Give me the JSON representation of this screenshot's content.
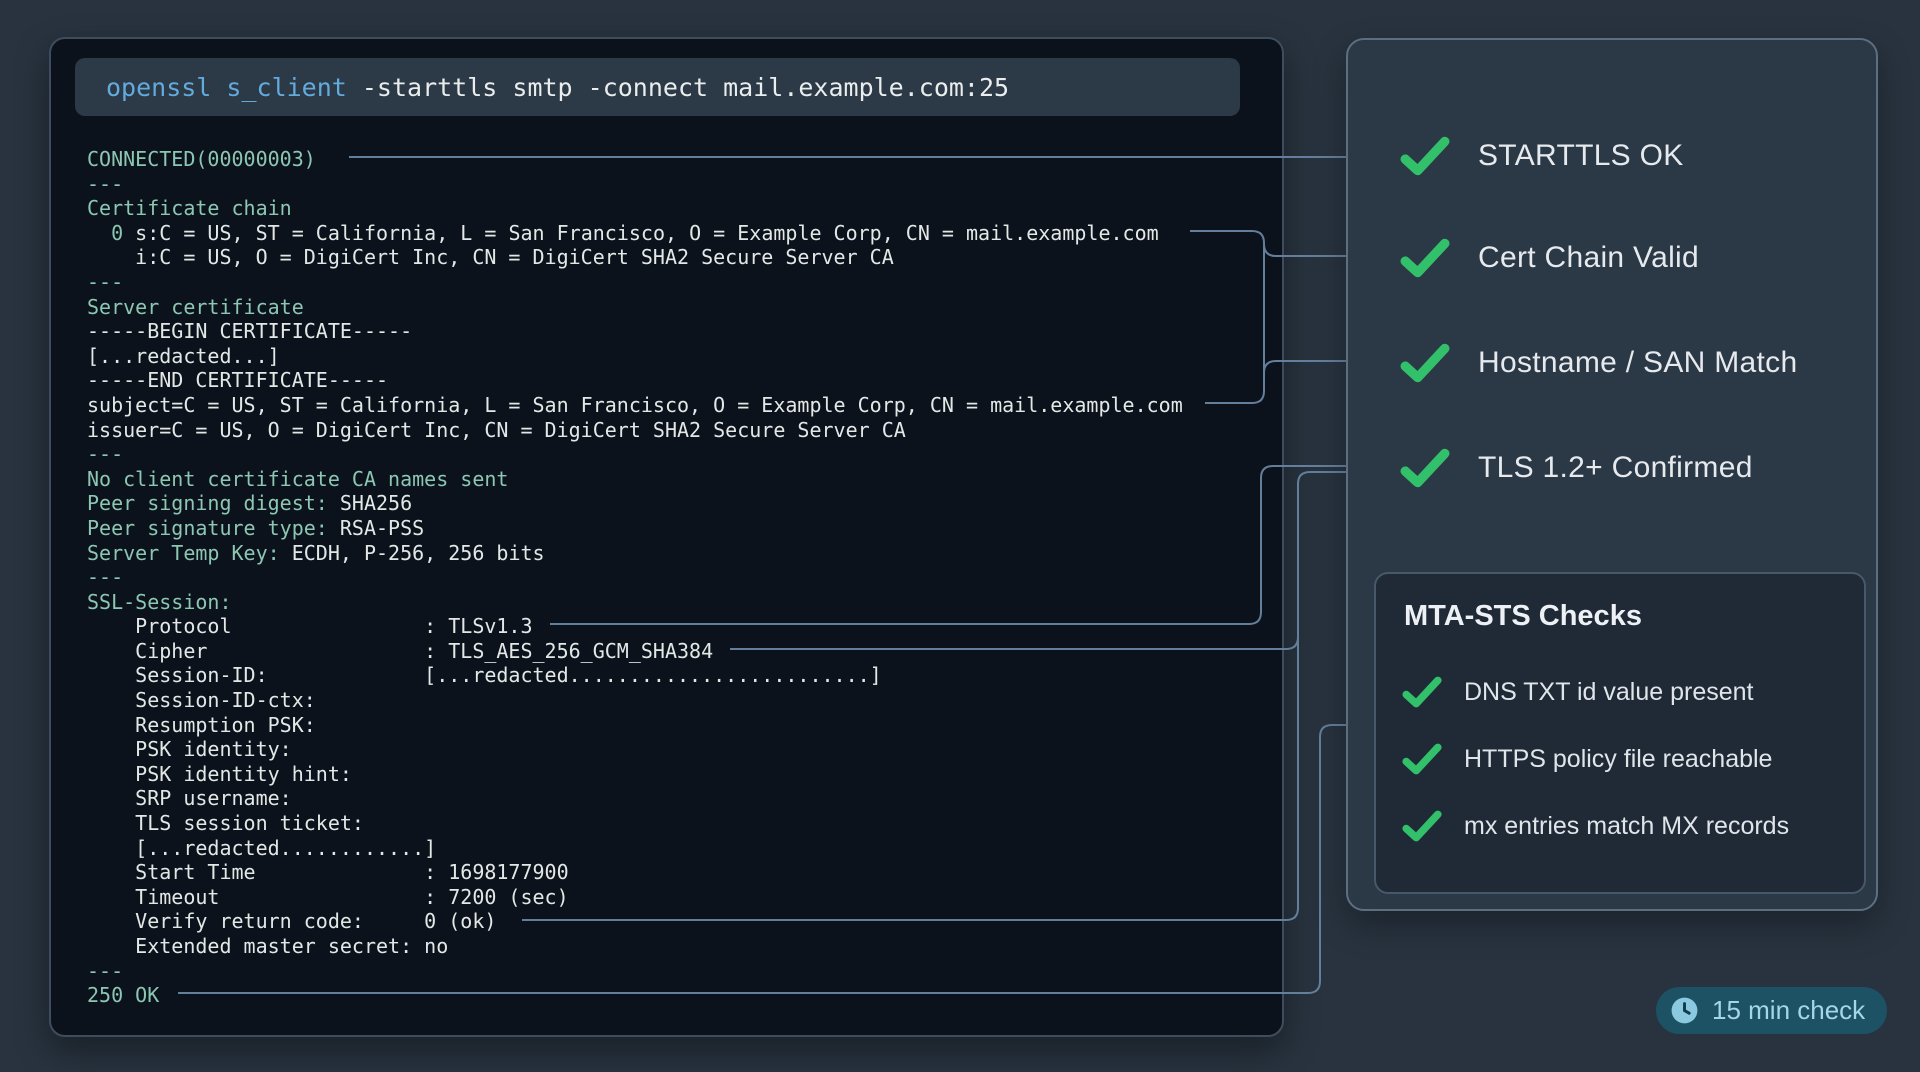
{
  "command": {
    "program": "openssl s_client",
    "args": " -starttls smtp -connect mail.example.com:25"
  },
  "terminal": {
    "lines": [
      [
        {
          "c": "k",
          "t": "CONNECTED(00000003)"
        }
      ],
      [
        {
          "c": "k",
          "t": "---"
        }
      ],
      [
        {
          "c": "k",
          "t": "Certificate chain"
        }
      ],
      [
        {
          "c": "w",
          "t": "  "
        },
        {
          "c": "k",
          "t": "0"
        },
        {
          "c": "w",
          "t": " s:C = US, ST = California, L = San Francisco, O = Example Corp, CN = mail.example.com"
        }
      ],
      [
        {
          "c": "w",
          "t": "    i:C = US, O = DigiCert Inc, CN = DigiCert SHA2 Secure Server CA"
        }
      ],
      [
        {
          "c": "k",
          "t": "---"
        }
      ],
      [
        {
          "c": "k",
          "t": "Server certificate"
        }
      ],
      [
        {
          "c": "w",
          "t": "-----BEGIN CERTIFICATE-----"
        }
      ],
      [
        {
          "c": "w",
          "t": "[...redacted...]"
        }
      ],
      [
        {
          "c": "w",
          "t": "-----END CERTIFICATE-----"
        }
      ],
      [
        {
          "c": "w",
          "t": "subject=C = US, ST = California, L = San Francisco, O = Example Corp, CN = mail.example.com"
        }
      ],
      [
        {
          "c": "w",
          "t": "issuer=C = US, O = DigiCert Inc, CN = DigiCert SHA2 Secure Server CA"
        }
      ],
      [
        {
          "c": "k",
          "t": "---"
        }
      ],
      [
        {
          "c": "k",
          "t": "No client certificate CA names sent"
        }
      ],
      [
        {
          "c": "k",
          "t": "Peer signing digest: "
        },
        {
          "c": "w",
          "t": "SHA256"
        }
      ],
      [
        {
          "c": "k",
          "t": "Peer signature type: "
        },
        {
          "c": "w",
          "t": "RSA-PSS"
        }
      ],
      [
        {
          "c": "k",
          "t": "Server Temp Key: "
        },
        {
          "c": "w",
          "t": "ECDH, P-256, 256 bits"
        }
      ],
      [
        {
          "c": "k",
          "t": "---"
        }
      ],
      [
        {
          "c": "k",
          "t": "SSL-Session:"
        }
      ],
      [
        {
          "c": "w",
          "t": "    Protocol                : TLSv1.3"
        }
      ],
      [
        {
          "c": "w",
          "t": "    Cipher                  : TLS_AES_256_GCM_SHA384"
        }
      ],
      [
        {
          "c": "w",
          "t": "    Session-ID:             [...redacted.........................]"
        }
      ],
      [
        {
          "c": "w",
          "t": "    Session-ID-ctx:"
        }
      ],
      [
        {
          "c": "w",
          "t": "    Resumption PSK:"
        }
      ],
      [
        {
          "c": "w",
          "t": "    PSK identity:"
        }
      ],
      [
        {
          "c": "w",
          "t": "    PSK identity hint:"
        }
      ],
      [
        {
          "c": "w",
          "t": "    SRP username:"
        }
      ],
      [
        {
          "c": "w",
          "t": "    TLS session ticket:"
        }
      ],
      [
        {
          "c": "w",
          "t": "    [...redacted............]"
        }
      ],
      [
        {
          "c": "w",
          "t": "    Start Time              : 1698177900"
        }
      ],
      [
        {
          "c": "w",
          "t": "    Timeout                 : 7200 (sec)"
        }
      ],
      [
        {
          "c": "w",
          "t": "    Verify return code:     0 (ok)"
        }
      ],
      [
        {
          "c": "w",
          "t": "    Extended master secret: no"
        }
      ],
      [
        {
          "c": "k",
          "t": "---"
        }
      ],
      [
        {
          "c": "k",
          "t": "250 OK"
        }
      ]
    ]
  },
  "checks": [
    {
      "label": "STARTTLS OK",
      "icon": "check-icon"
    },
    {
      "label": "Cert Chain Valid",
      "icon": "check-icon"
    },
    {
      "label": "Hostname / SAN Match",
      "icon": "check-icon"
    },
    {
      "label": "TLS 1.2+ Confirmed",
      "icon": "check-icon"
    }
  ],
  "mta_sts": {
    "title": "MTA-STS Checks",
    "items": [
      {
        "label": "DNS TXT id value present",
        "icon": "check-icon"
      },
      {
        "label": "HTTPS policy file reachable",
        "icon": "check-icon"
      },
      {
        "label": "mx entries match MX records",
        "icon": "check-icon"
      }
    ]
  },
  "badge": {
    "label": "15 min check",
    "icon": "clock-icon"
  },
  "colors": {
    "check_green": "#33c06b",
    "terminal_key": "#8cc7b3",
    "terminal_value": "#e3e8e7",
    "command_highlight": "#63abdd",
    "connector": "#647f9b",
    "badge_bg": "#1d5164",
    "badge_text": "#a3d6e9"
  }
}
